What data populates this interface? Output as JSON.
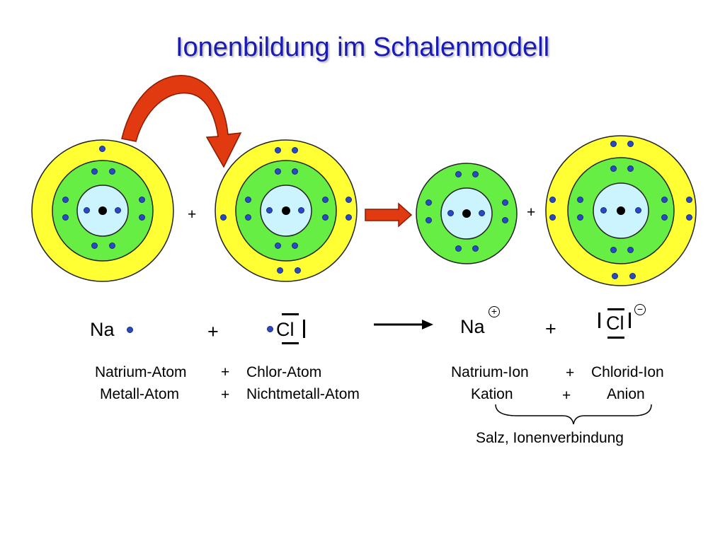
{
  "title": "Ionenbildung im Schalenmodell",
  "colors": {
    "title": "#1a1ab4",
    "outer_shell": "#ffff33",
    "middle_shell": "#66ee44",
    "inner_shell": "#ccf4ff",
    "electron": "#2c49c4",
    "nucleus": "#000000",
    "arrow": "#e23a10"
  },
  "plus_signs": {
    "atoms": "+",
    "ions": "+",
    "formula_left": "+",
    "formula_right": "+"
  },
  "formula": {
    "na_symbol": "Na",
    "cl_symbol": "Cl",
    "na_ion_symbol": "Na",
    "cl_ion_symbol": "Cl",
    "na_ion_charge": "+",
    "cl_ion_charge": "−"
  },
  "labels": {
    "left_row1": {
      "a": "Natrium-Atom",
      "plus": "+",
      "b": "Chlor-Atom"
    },
    "left_row2": {
      "a": "Metall-Atom",
      "plus": "+",
      "b": "Nichtmetall-Atom"
    },
    "right_row1": {
      "a": "Natrium-Ion",
      "plus": "+",
      "b": "Chlorid-Ion"
    },
    "right_row2": {
      "a": "Kation",
      "plus": "+",
      "b": "Anion"
    },
    "salt": "Salz, Ionenverbindung"
  }
}
